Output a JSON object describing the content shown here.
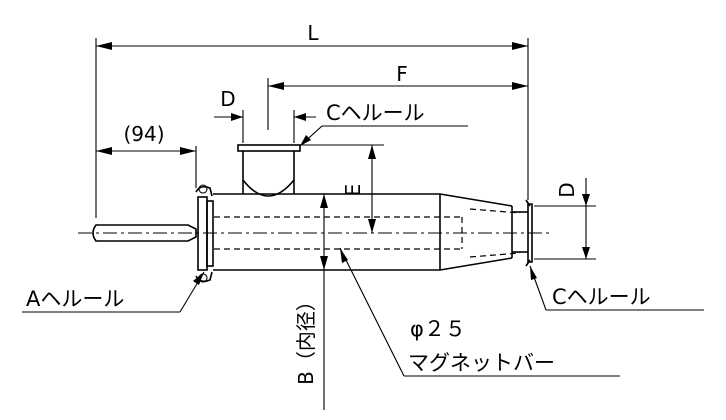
{
  "labels": {
    "dim_L": "L",
    "dim_F": "F",
    "dim_94": "(94)",
    "dim_D_top": "D",
    "dim_E": "E",
    "dim_D_right": "D",
    "ferrule_C_top": "Cヘルール",
    "ferrule_A": "Aヘルール",
    "ferrule_C_right": "Cヘルール",
    "dim_B": "B（内径）",
    "magnet_diameter": "φ２５",
    "magnet_bar": "マグネットバー"
  }
}
